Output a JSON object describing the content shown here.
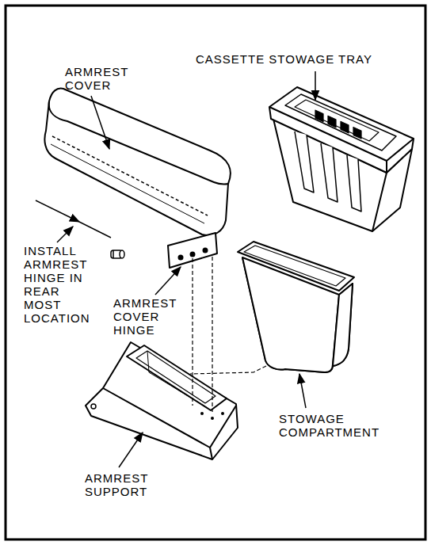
{
  "diagram": {
    "labels": [
      "ARMREST COVER",
      "CASSETTE STOWAGE TRAY",
      "INSTALL ARMREST HINGE IN REAR MOST LOCATION",
      "ARMREST COVER HINGE",
      "STOWAGE COMPARTMENT",
      "ARMREST SUPPORT"
    ]
  }
}
